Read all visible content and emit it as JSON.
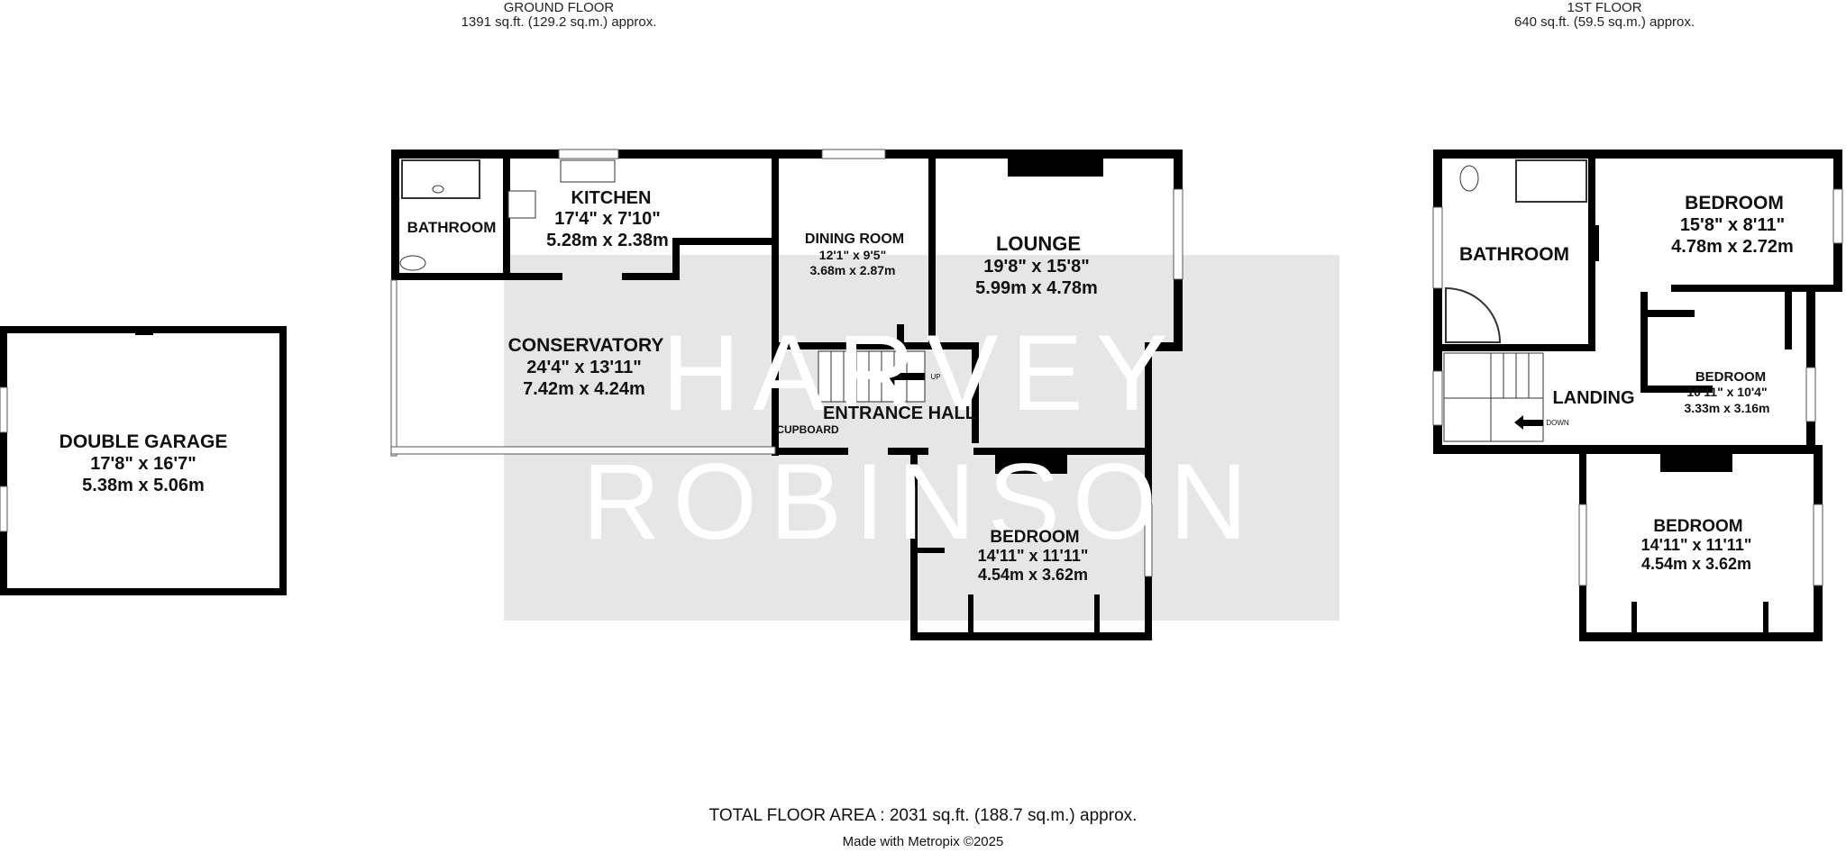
{
  "headers": {
    "ground_title": "GROUND FLOOR",
    "ground_area": "1391 sq.ft. (129.2 sq.m.) approx.",
    "first_title": "1ST FLOOR",
    "first_area": "640 sq.ft. (59.5 sq.m.) approx."
  },
  "watermark": {
    "line1": "HARVEY",
    "line2": "ROBINSON"
  },
  "rooms": {
    "garage": {
      "name": "DOUBLE GARAGE",
      "imperial": "17'8\"  x 16'7\"",
      "metric": "5.38m  x 5.06m"
    },
    "bathroom_g": {
      "name": "BATHROOM"
    },
    "kitchen": {
      "name": "KITCHEN",
      "imperial": "17'4\"  x 7'10\"",
      "metric": "5.28m  x 2.38m"
    },
    "dining": {
      "name": "DINING ROOM",
      "imperial": "12'1\"  x 9'5\"",
      "metric": "3.68m  x 2.87m"
    },
    "lounge": {
      "name": "LOUNGE",
      "imperial": "19'8\"  x 15'8\"",
      "metric": "5.99m  x 4.78m"
    },
    "conservatory": {
      "name": "CONSERVATORY",
      "imperial": "24'4\"  x 13'11\"",
      "metric": "7.42m  x 4.24m"
    },
    "entrance": {
      "name": "ENTRANCE HALL"
    },
    "cupboard": {
      "name": "CUPBOARD"
    },
    "bedroom_g": {
      "name": "BEDROOM",
      "imperial": "14'11\"  x 11'11\"",
      "metric": "4.54m  x 3.62m"
    },
    "bathroom_f": {
      "name": "BATHROOM"
    },
    "bedroom_f1": {
      "name": "BEDROOM",
      "imperial": "15'8\"  x 8'11\"",
      "metric": "4.78m  x 2.72m"
    },
    "bedroom_f2": {
      "name": "BEDROOM",
      "imperial": "10'11\"  x 10'4\"",
      "metric": "3.33m  x 3.16m"
    },
    "landing": {
      "name": "LANDING"
    },
    "bedroom_f3": {
      "name": "BEDROOM",
      "imperial": "14'11\"  x 11'11\"",
      "metric": "4.54m  x 3.62m"
    }
  },
  "stairs": {
    "up": "UP",
    "down": "DOWN"
  },
  "footer": {
    "total": "TOTAL FLOOR AREA : 2031 sq.ft. (188.7 sq.m.) approx.",
    "credit": "Made with Metropix ©2025"
  }
}
